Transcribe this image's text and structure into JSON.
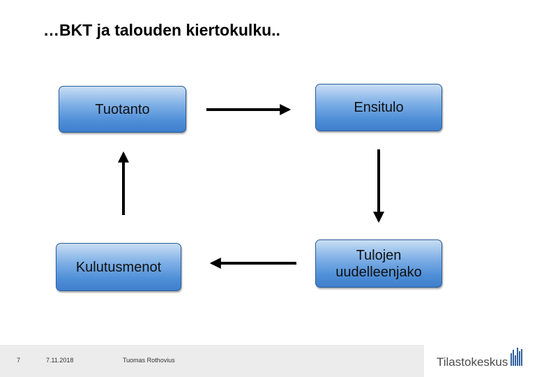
{
  "slide": {
    "title": "…BKT ja talouden kiertokulku..",
    "page_number": "7",
    "date": "7.11.2018",
    "author": "Tuomas Rothovius"
  },
  "diagram": {
    "nodes": {
      "tuotanto": "Tuotanto",
      "ensitulo": "Ensitulo",
      "kulutusmenot": "Kulutusmenot",
      "tulojen_line1": "Tulojen",
      "tulojen_line2": "uudelleenjako"
    },
    "box_color": "#4f8fd8"
  },
  "logo": {
    "text": "Tilastokeskus"
  }
}
